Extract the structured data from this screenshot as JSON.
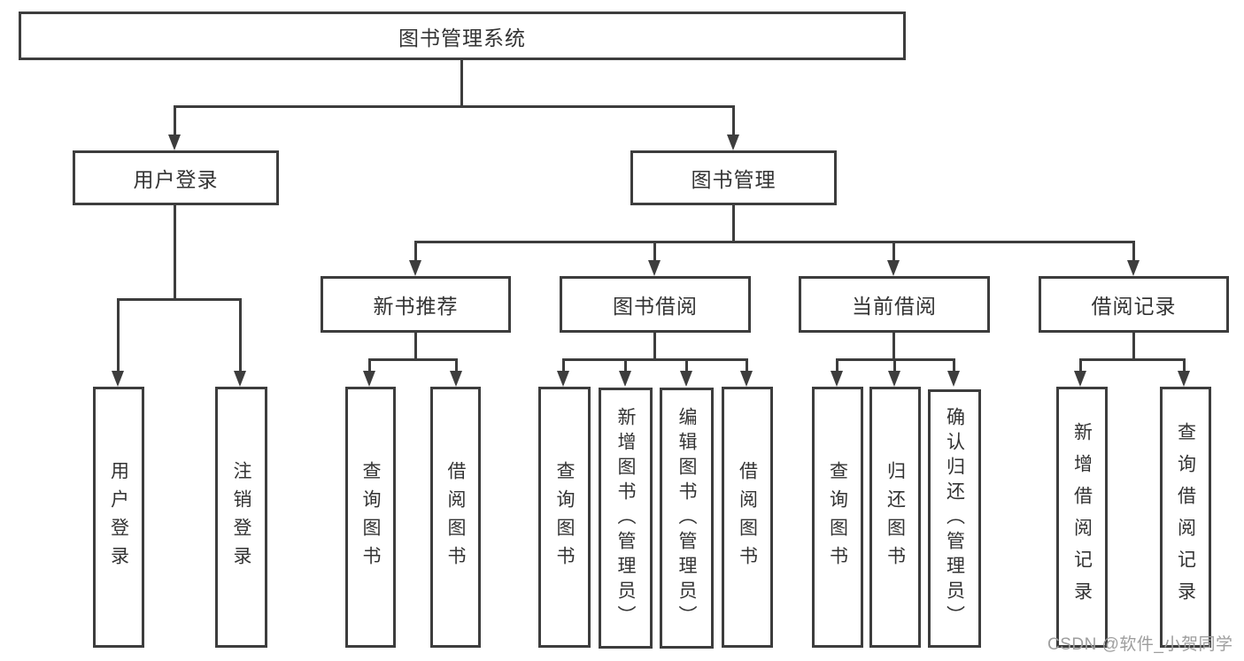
{
  "diagram": {
    "root": {
      "label": "图书管理系统"
    },
    "branches": {
      "user_login": {
        "label": "用户登录"
      },
      "book_mgmt": {
        "label": "图书管理"
      }
    },
    "modules": {
      "new_book_recommend": {
        "label": "新书推荐"
      },
      "book_borrow": {
        "label": "图书借阅"
      },
      "current_borrow": {
        "label": "当前借阅"
      },
      "borrow_record": {
        "label": "借阅记录"
      }
    },
    "leaves": {
      "user_login": {
        "label": "用户登录"
      },
      "logout": {
        "label": "注销登录"
      },
      "newbook_query_book": {
        "label": "查询图书"
      },
      "newbook_borrow_book": {
        "label": "借阅图书"
      },
      "borrow_query_book": {
        "label": "查询图书"
      },
      "borrow_add_book": {
        "label": "新增图书（管理员）"
      },
      "borrow_edit_book": {
        "label": "编辑图书（管理员）"
      },
      "borrow_borrow_book": {
        "label": "借阅图书"
      },
      "current_query_book": {
        "label": "查询图书"
      },
      "current_return_book": {
        "label": "归还图书"
      },
      "current_confirm_return": {
        "label": "确认归还（管理员）"
      },
      "record_add": {
        "label": "新增借阅记录"
      },
      "record_query": {
        "label": "查询借阅记录"
      }
    }
  },
  "watermark": {
    "text": "CSDN @软件_小贺同学"
  },
  "colors": {
    "line": "#3d3d3d",
    "text": "#333333",
    "watermark": "#9e9e9e",
    "background": "#ffffff"
  }
}
